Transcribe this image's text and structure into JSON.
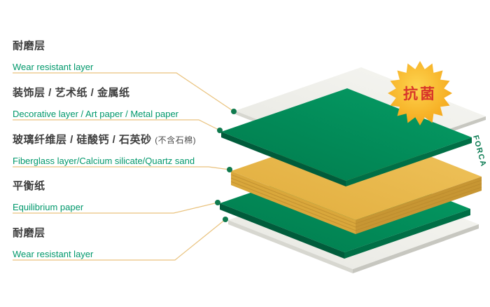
{
  "badge": {
    "text": "抗菌"
  },
  "brand": {
    "text": "FORCA"
  },
  "layers": [
    {
      "zh": "耐磨层",
      "en": "Wear resistant layer"
    },
    {
      "zh": "装饰层 / 艺术纸 / 金属纸",
      "en": "Decorative layer / Art paper / Metal paper"
    },
    {
      "zh": "玻璃纤维层 / 硅酸钙 / 石英砂",
      "zh_note": "(不含石棉)",
      "en": "Fiberglass layer/Calcium silicate/Quartz sand"
    },
    {
      "zh": "平衡纸",
      "en": "Equilibrium paper"
    },
    {
      "zh": "耐磨层",
      "en": "Wear resistant layer"
    }
  ],
  "colors": {
    "label_zh": "#3d3d3d",
    "label_en": "#00986b",
    "leader_line": "#e9c27d",
    "dot": "#0f7a4e",
    "sheet_green": "#008a58",
    "sheet_green_edge": "#00603e",
    "sheet_white": "#efefeb",
    "sheet_white_edge": "#cfcfc8",
    "core_yellow": "#e9ba4a",
    "core_yellow_edge": "#d3a238",
    "badge_orange": "#f39d0f",
    "badge_yellow": "#fdd44f",
    "badge_text": "#d8362a",
    "brand_text": "#0a7b52"
  }
}
